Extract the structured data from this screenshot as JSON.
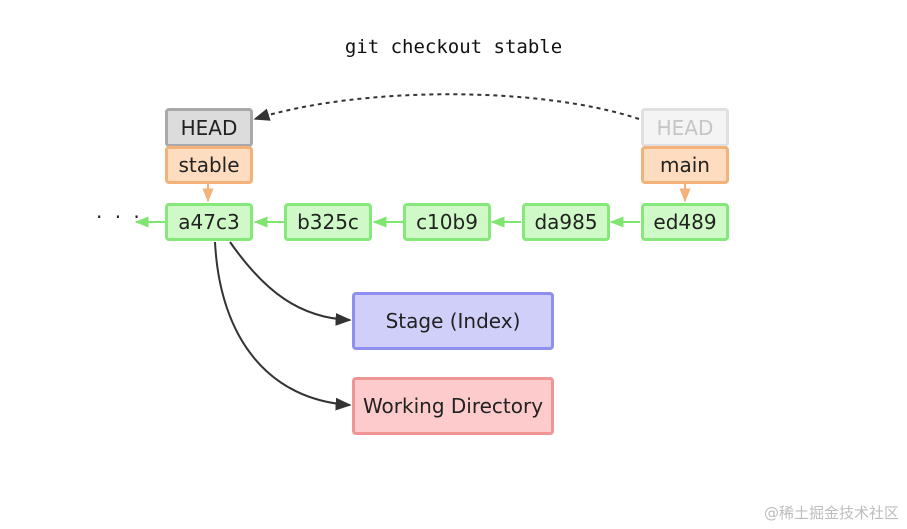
{
  "command": "git checkout stable",
  "head": {
    "current_label": "HEAD",
    "previous_label": "HEAD"
  },
  "branches": {
    "stable": "stable",
    "main": "main"
  },
  "commits": [
    "a47c3",
    "b325c",
    "c10b9",
    "da985",
    "ed489"
  ],
  "ellipsis": "· · ·",
  "stage_label": "Stage (Index)",
  "working_dir_label": "Working Directory",
  "watermark": "@稀土掘金技术社区",
  "colors": {
    "commit_fill": "#cff9c6",
    "commit_border": "#86e77a",
    "branch_fill": "#fddcbf",
    "branch_border": "#f3b27a",
    "head_fill": "#dcdcdc",
    "head_border": "#a9a9a9",
    "stage_fill": "#cfcff9",
    "stage_border": "#8f8fef",
    "wd_fill": "#fdcbcb",
    "wd_border": "#ef9595"
  }
}
